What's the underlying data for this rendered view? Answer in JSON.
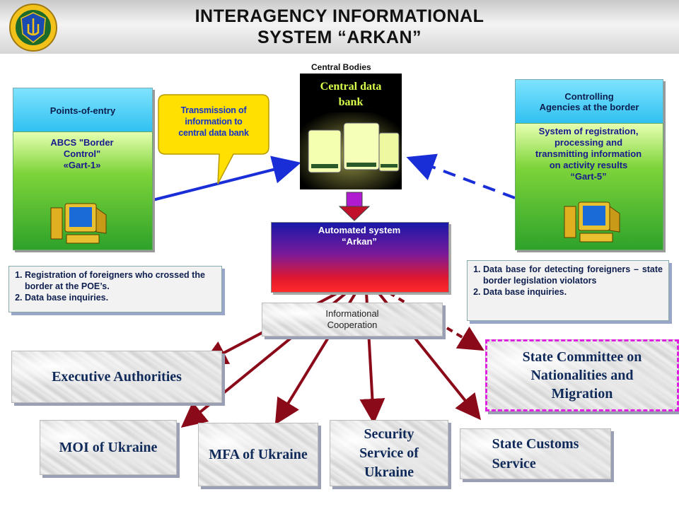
{
  "header": {
    "title_line1": "INTERAGENCY INFORMATIONAL",
    "title_line2": "SYSTEM “ARKAN”"
  },
  "points_of_entry": {
    "head": "Points-of-entry",
    "body_line1": "ABCS \"Border",
    "body_line2": "Control\"",
    "body_line3": "«Gart-1»"
  },
  "bubble": {
    "line1": "Transmission of",
    "line2": "information to",
    "line3": "central data bank"
  },
  "central": {
    "label": "Central Bodies",
    "title_line1": "Central data",
    "title_line2": "bank"
  },
  "controlling": {
    "head_line1": "Controlling",
    "head_line2": "Agencies at the border",
    "body_line1": "System of registration,",
    "body_line2": "processing and",
    "body_line3": "transmitting information",
    "body_line4": "on activity results",
    "body_line5": "“Gart-5”"
  },
  "arkan": {
    "line1": "Automated system",
    "line2": "“Arkan”"
  },
  "left_note": {
    "item1": "Registration of foreigners who crossed the border at the POE’s.",
    "item2": "Data base inquiries."
  },
  "right_note": {
    "item1": "Data base for detecting foreigners – state border legislation violators",
    "item2": "Data base inquiries."
  },
  "info_coop": {
    "line1": "Informational",
    "line2": "Cooperation"
  },
  "agencies": {
    "executive": "Executive Authorities",
    "moi": "MOI of Ukraine",
    "mfa": "MFA of Ukraine",
    "ssu_line1": "Security",
    "ssu_line2": "Service of",
    "ssu_line3": "Ukraine",
    "customs_line1": "State Customs",
    "customs_line2": "Service",
    "scnm_line1": "State Committee on",
    "scnm_line2": "Nationalities and",
    "scnm_line3": "Migration"
  },
  "colors": {
    "arrow_red": "#8b0a1a",
    "arrow_blue": "#1a2ed8",
    "dashed_magenta": "#e020e0"
  }
}
